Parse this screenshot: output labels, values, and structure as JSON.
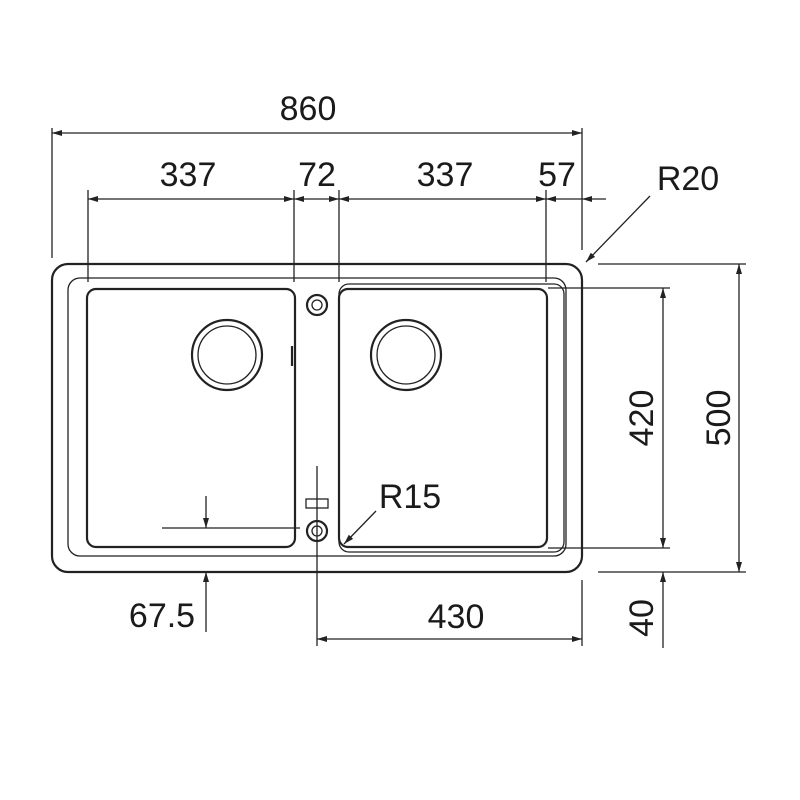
{
  "diagram": {
    "labels": {
      "total_width": "860",
      "left_bowl_width": "337",
      "divider_width": "72",
      "right_bowl_width": "337",
      "right_rim": "57",
      "outer_radius": "R20",
      "inner_radius": "R15",
      "bowl_depth": "420",
      "total_depth": "500",
      "front_rim": "40",
      "center_offset": "67.5",
      "drain_distance": "430"
    },
    "colors": {
      "line": "#222222",
      "background": "#ffffff"
    }
  }
}
